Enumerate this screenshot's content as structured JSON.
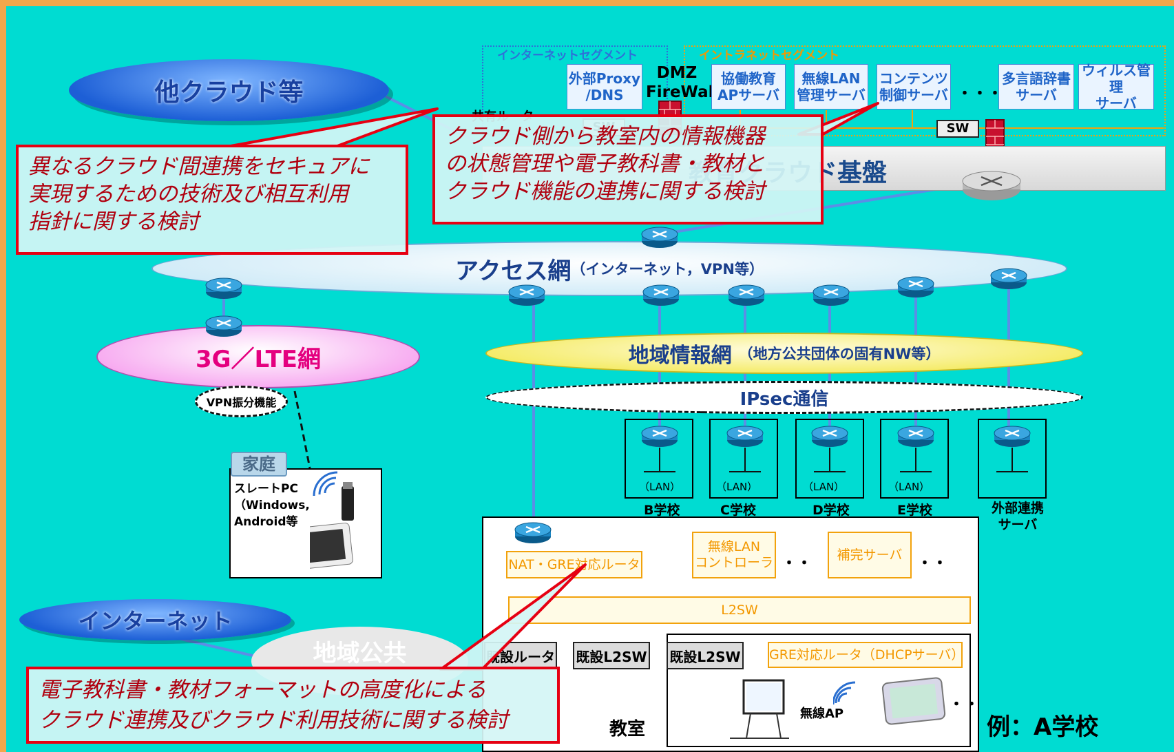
{
  "internet_segment": {
    "title": "インターネットセグメント",
    "shared_router": "共有ルータ",
    "sw_label": "SW",
    "proxy_server": "外部Proxy\n/DNS",
    "dmz_firewall": "DMZ\nFireWall"
  },
  "intranet_segment": {
    "title": "イントラネットセグメント",
    "servers": [
      "協働教育\nAPサーバ",
      "無線LAN\n管理サーバ",
      "コンテンツ\n制御サーバ",
      "多言語辞書\nサーバ",
      "ウィルス管理\nサーバ"
    ],
    "ellipsis": "・・・・・",
    "sw_label": "SW"
  },
  "cloud_platform": "教育クラウド基盤",
  "other_cloud": "他クラウド等",
  "access_network": {
    "main": "アクセス網",
    "sub": "（インターネット，VPN等）"
  },
  "mobile_network": "3G／LTE網",
  "vpn_function": "VPN振分機能",
  "home": {
    "tag": "家庭",
    "device": "スレートPC\n（Windows,\nAndroid等"
  },
  "internet": "インターネット",
  "regional_overlay": "地域公共",
  "regional_network": {
    "main": "地域情報網",
    "sub": "（地方公共団体の固有NW等）"
  },
  "ipsec": "IPsec通信",
  "schools": [
    {
      "lan": "（LAN）",
      "name": "B学校"
    },
    {
      "lan": "（LAN）",
      "name": "C学校"
    },
    {
      "lan": "（LAN）",
      "name": "D学校"
    },
    {
      "lan": "（LAN）",
      "name": "E学校"
    }
  ],
  "external_server": "外部連携\nサーバ",
  "school_a": {
    "nat_router": "NAT・GRE対応ルータ",
    "wlan_controller": "無線LAN\nコントローラ",
    "supplement_server": "補完サーバ",
    "dots": "・・",
    "l2sw": "L2SW",
    "existing_router": "既設ルータ",
    "existing_l2sw_1": "既設L2SW",
    "existing_l2sw_2": "既設L2SW",
    "gre_router": "GRE対応ルータ（DHCPサーバ）",
    "wireless_ap": "無線AP",
    "classroom": "教室",
    "example": "例：A学校"
  },
  "callouts": {
    "left": "異なるクラウド間連携をセキュアに\n実現するための技術及び相互利用\n指針に関する検討",
    "center": "クラウド側から教室内の情報機器\nの状態管理や電子教科書・教材と\nクラウド機能の連携に関する検討",
    "bottom": "電子教科書・教材フォーマットの高度化による\nクラウド連携及びクラウド利用技術に関する検討"
  },
  "colors": {
    "background": "#00dcd2",
    "callout_border": "#e60012",
    "callout_text": "#b0000f",
    "accent_orange": "#f39800",
    "link_blue": "#4a86d8"
  }
}
